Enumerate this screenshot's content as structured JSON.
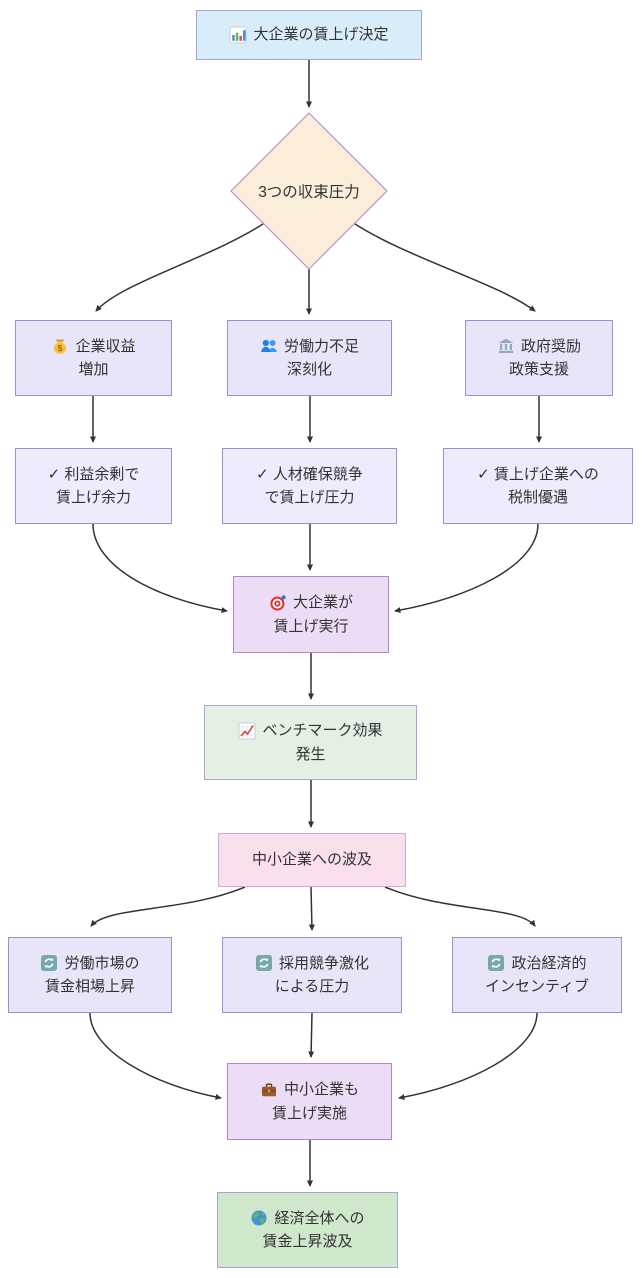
{
  "colors": {
    "box_blue": "#d9edf8",
    "box_diamond": "#faeedb",
    "box_lavender": "#e8e5f8",
    "box_lavender_light": "#edebfc",
    "box_purple": "#ecdcf5",
    "box_green": "#e4f0e4",
    "box_pink": "#fadfec",
    "box_deep_green": "#cfe7ca",
    "stroke_purple": "#a08cce",
    "stroke_soft": "#a9a3d6",
    "stroke_pink": "#d2a8d8",
    "stroke_diamond": "#bd93c8",
    "stroke_converge": "#b184cc",
    "edge": "#333333",
    "text": "#333333"
  },
  "nodes": {
    "start": {
      "icon": "bar-chart-icon",
      "lines": [
        "大企業の賃上げ決定"
      ]
    },
    "pressure": {
      "lines": [
        "3つの収束圧力"
      ]
    },
    "profit": {
      "icon": "money-bag-icon",
      "lines": [
        "企業収益",
        "増加"
      ]
    },
    "labor": {
      "icon": "people-icon",
      "lines": [
        "労働力不足",
        "深刻化"
      ]
    },
    "gov": {
      "icon": "bank-icon",
      "lines": [
        "政府奨励",
        "政策支援"
      ]
    },
    "profit_detail": {
      "lines": [
        "✓ 利益余剰で",
        "賃上げ余力"
      ]
    },
    "labor_detail": {
      "lines": [
        "✓ 人材確保競争",
        "で賃上げ圧力"
      ]
    },
    "gov_detail": {
      "lines": [
        "✓ 賃上げ企業への",
        "税制優遇"
      ]
    },
    "execute": {
      "icon": "target-icon",
      "lines": [
        "大企業が",
        "賃上げ実行"
      ]
    },
    "benchmark": {
      "icon": "chart-up-icon",
      "lines": [
        "ベンチマーク効果",
        "発生"
      ]
    },
    "spread": {
      "lines": [
        "中小企業への波及"
      ]
    },
    "market": {
      "icon": "cycle-icon",
      "lines": [
        "労働市場の",
        "賃金相場上昇"
      ]
    },
    "hiring": {
      "icon": "cycle-icon",
      "lines": [
        "採用競争激化",
        "による圧力"
      ]
    },
    "incentive": {
      "icon": "cycle-icon",
      "lines": [
        "政治経済的",
        "インセンティブ"
      ]
    },
    "sme": {
      "icon": "briefcase-icon",
      "lines": [
        "中小企業も",
        "賃上げ実施"
      ]
    },
    "economy": {
      "icon": "globe-icon",
      "lines": [
        "経済全体への",
        "賃金上昇波及"
      ]
    }
  }
}
